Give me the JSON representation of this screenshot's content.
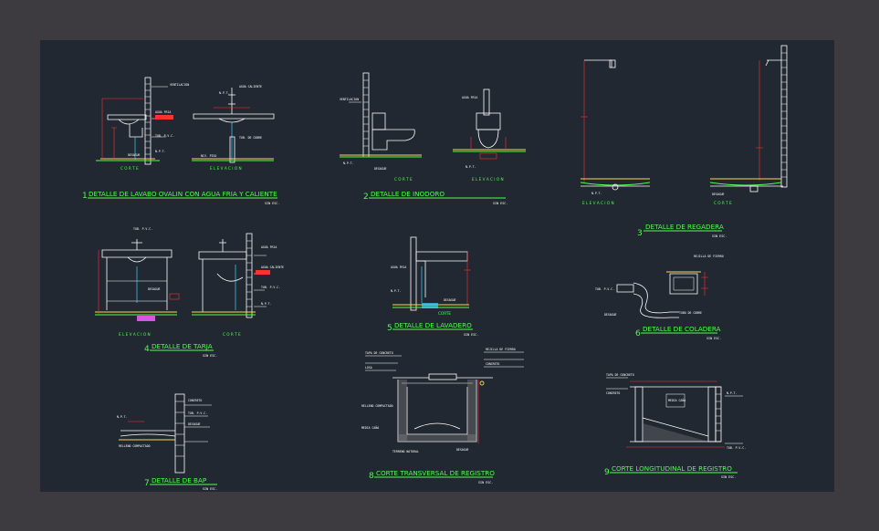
{
  "colors": {
    "background": "#3d3a40",
    "sheet": "#222832",
    "titles": "#4cff4c",
    "lines": "#ffffff",
    "dimensions": "#ff3030",
    "ground": "#ffd84a"
  },
  "details": [
    {
      "number": "1",
      "title": "DETALLE DE LAVABO OVALIN CON AGUA FRIA Y CALIENTE",
      "scale": "SIN ESC.",
      "views": [
        "C O R T E",
        "E L E V A C I O N"
      ]
    },
    {
      "number": "2",
      "title": "DETALLE DE INODORO",
      "scale": "SIN ESC.",
      "views": [
        "C O R T E",
        "E L E V A C I O N"
      ]
    },
    {
      "number": "3",
      "title": "DETALLE DE REGADERA",
      "scale": "SIN ESC.",
      "views": [
        "E L E V A C I O N",
        "C O R T E"
      ]
    },
    {
      "number": "4",
      "title": "DETALLE DE TARJA",
      "scale": "SIN ESC.",
      "views": [
        "E L E V A C I O N",
        "C O R T E"
      ]
    },
    {
      "number": "5",
      "title": "DETALLE DE LAVADERO",
      "scale": "SIN ESC.",
      "views": [
        "CORTE"
      ]
    },
    {
      "number": "6",
      "title": "DETALLE DE COLADERA",
      "scale": "SIN ESC."
    },
    {
      "number": "7",
      "title": "DETALLE DE BAP",
      "scale": "SIN ESC."
    },
    {
      "number": "8",
      "title": "CORTE TRANSVERSAL DE REGISTRO",
      "scale": "SIN ESC."
    },
    {
      "number": "9",
      "title": "CORTE LONGITUDINAL DE REGISTRO",
      "scale": "SIN ESC."
    }
  ],
  "labels": {
    "npt": "N.P.T.",
    "npt_alt": "NIV. PISO",
    "tub": "TUB. P.V.C.",
    "agua_fria": "AGUA FRIA",
    "agua_caliente": "AGUA CALIENTE",
    "cobre": "TUB. DE COBRE",
    "desague": "DESAGUE",
    "ventilacion": "VENTILACION",
    "registro_tapa": "TAPA DE CONCRETO",
    "rejilla": "REJILLA DE FIERRO",
    "tubo_cobre": "TUBO DE COBRE",
    "concreto": "CONCRETO",
    "losa": "LOSA",
    "relleno": "RELLENO COMPACTADO",
    "media_cana": "MEDIA CAÑA",
    "terreno": "TERRENO NATURAL"
  }
}
